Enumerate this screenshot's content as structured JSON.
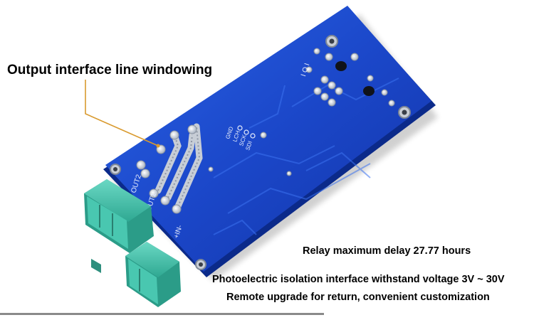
{
  "callout": {
    "text": "Output interface line windowing"
  },
  "features": [
    "Relay maximum delay 27.77 hours",
    "Photoelectric isolation interface withstand voltage 3V ~ 30V",
    "Remote upgrade for return, convenient customization"
  ],
  "board": {
    "silkscreen": {
      "out2": "OUT2",
      "out1": "OUT1",
      "in": "+IN-",
      "gnd": "GND",
      "lch": "LCH",
      "sck": "SCK",
      "sdi": "SDI",
      "io": "I O I"
    }
  },
  "colors": {
    "pcb": "#1d4ed8",
    "pcb_edge": "#0b2a8a",
    "terminal": "#48c4ae",
    "callout_line": "#d99a2e"
  }
}
